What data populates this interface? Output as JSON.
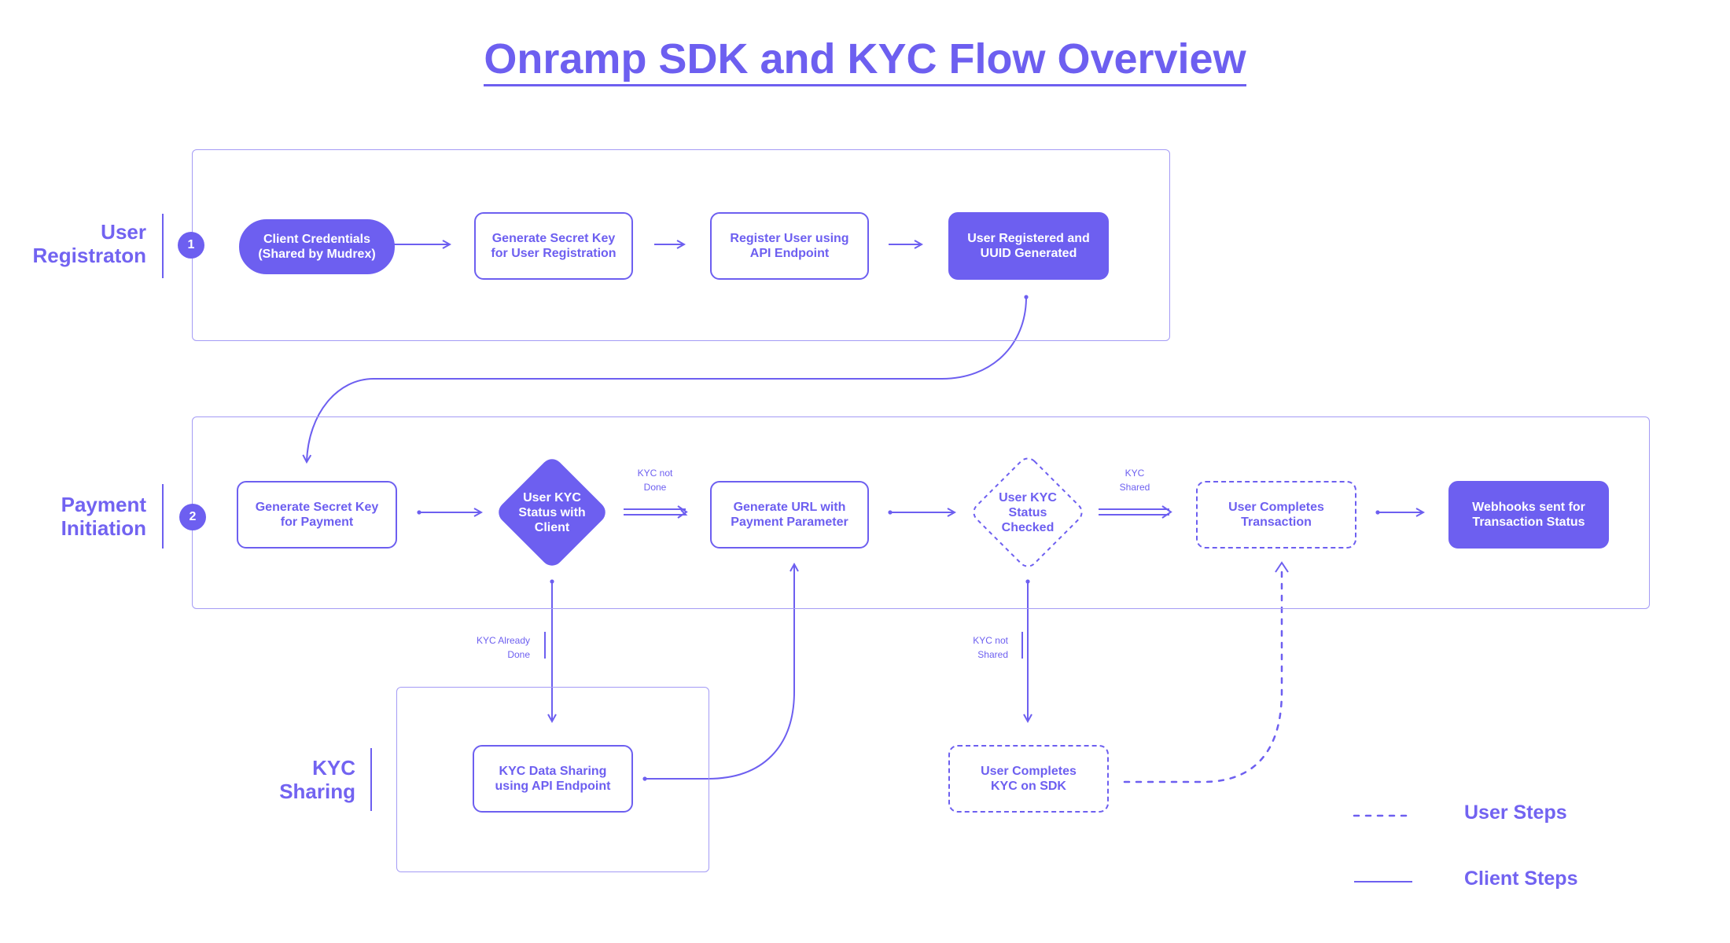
{
  "title": "Onramp SDK and KYC Flow Overview",
  "sections": {
    "registration": {
      "label_line1": "User",
      "label_line2": "Registraton",
      "badge": "1"
    },
    "payment": {
      "label_line1": "Payment",
      "label_line2": "Initiation",
      "badge": "2"
    },
    "kyc": {
      "label_line1": "KYC",
      "label_line2": "Sharing"
    }
  },
  "nodes": {
    "client_credentials": [
      "Client Credentials",
      "(Shared by Mudrex)"
    ],
    "secret_key_registration": [
      "Generate Secret Key",
      "for User Registration"
    ],
    "register_user": [
      "Register User using",
      "API Endpoint"
    ],
    "user_registered": [
      "User Registered and",
      "UUID Generated"
    ],
    "secret_key_payment": [
      "Generate Secret Key",
      "for Payment"
    ],
    "kyc_status_client": [
      "User KYC",
      "Status with",
      "Client"
    ],
    "generate_url": [
      "Generate URL with",
      "Payment Parameter"
    ],
    "kyc_status_checked": [
      "User KYC",
      "Status",
      "Checked"
    ],
    "user_completes_transaction": [
      "User Completes",
      "Transaction"
    ],
    "webhooks": [
      "Webhooks sent for",
      "Transaction Status"
    ],
    "kyc_data_sharing": [
      "KYC Data Sharing",
      "using API Endpoint"
    ],
    "user_completes_kyc": [
      "User Completes",
      "KYC on SDK"
    ]
  },
  "edge_labels": {
    "kyc_not_done": [
      "KYC not",
      "Done"
    ],
    "kyc_shared": [
      "KYC",
      "Shared"
    ],
    "kyc_already_done": [
      "KYC Already",
      "Done"
    ],
    "kyc_not_shared": [
      "KYC not",
      "Shared"
    ]
  },
  "legend": {
    "user_steps": "User Steps",
    "client_steps": "Client Steps"
  },
  "colors": {
    "accent": "#6d5ff0",
    "section_border": "#a49bf5",
    "background": "#ffffff"
  }
}
